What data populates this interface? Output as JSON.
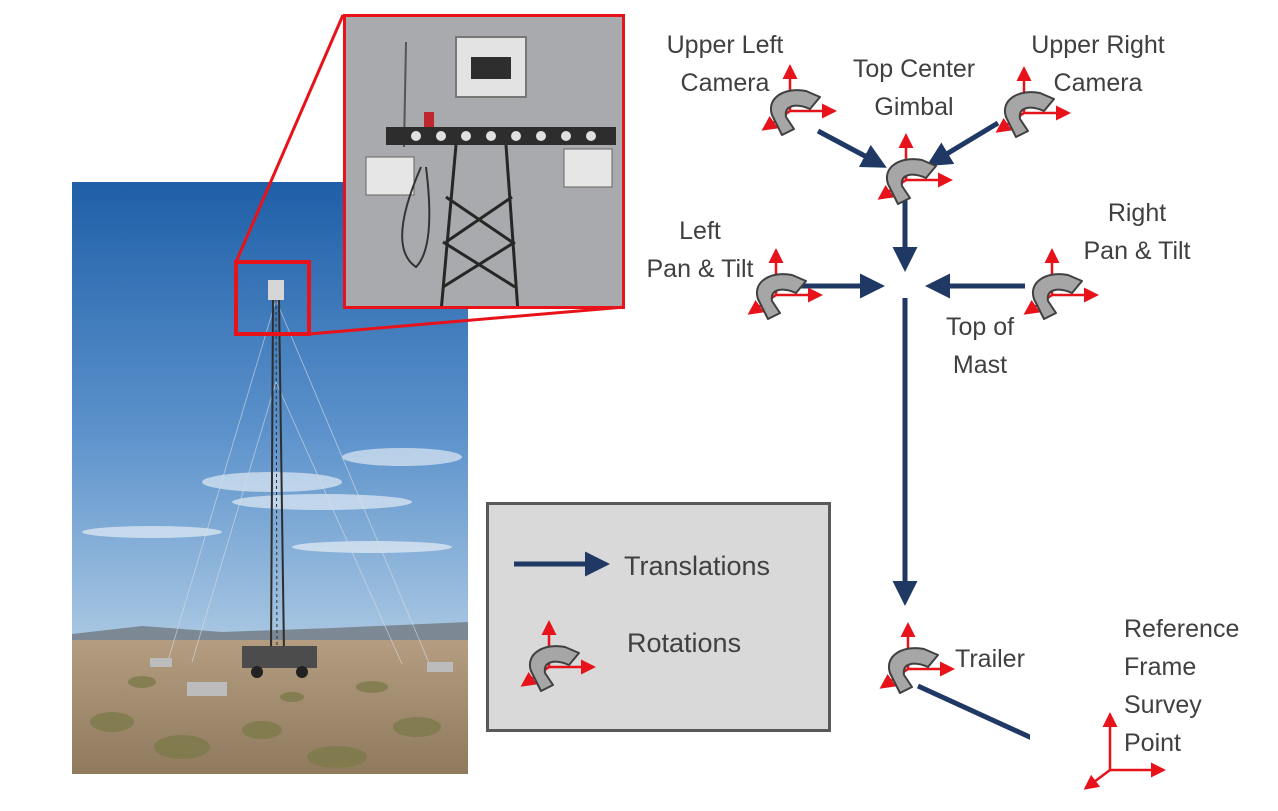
{
  "colors": {
    "translation_arrow": "#1f3864",
    "axis_red": "#e8121a",
    "rotation_fill": "#a6a6a6",
    "legend_bg": "#d9d9d9",
    "legend_border": "#595959",
    "label_text": "#404040"
  },
  "nodes": {
    "upper_left_camera": {
      "line1": "Upper Left",
      "line2": "Camera"
    },
    "top_center_gimbal": {
      "line1": "Top Center",
      "line2": "Gimbal"
    },
    "upper_right_camera": {
      "line1": "Upper Right",
      "line2": "Camera"
    },
    "left_pan_tilt": {
      "line1": "Left",
      "line2": "Pan & Tilt"
    },
    "right_pan_tilt": {
      "line1": "Right",
      "line2": "Pan & Tilt"
    },
    "top_of_mast": {
      "line1": "Top of",
      "line2": "Mast"
    },
    "trailer": {
      "line1": "Trailer"
    },
    "reference_frame": {
      "line1": "Reference",
      "line2": "Frame",
      "line3": "Survey",
      "line4": "Point"
    }
  },
  "legend": {
    "translations": "Translations",
    "rotations": "Rotations"
  }
}
